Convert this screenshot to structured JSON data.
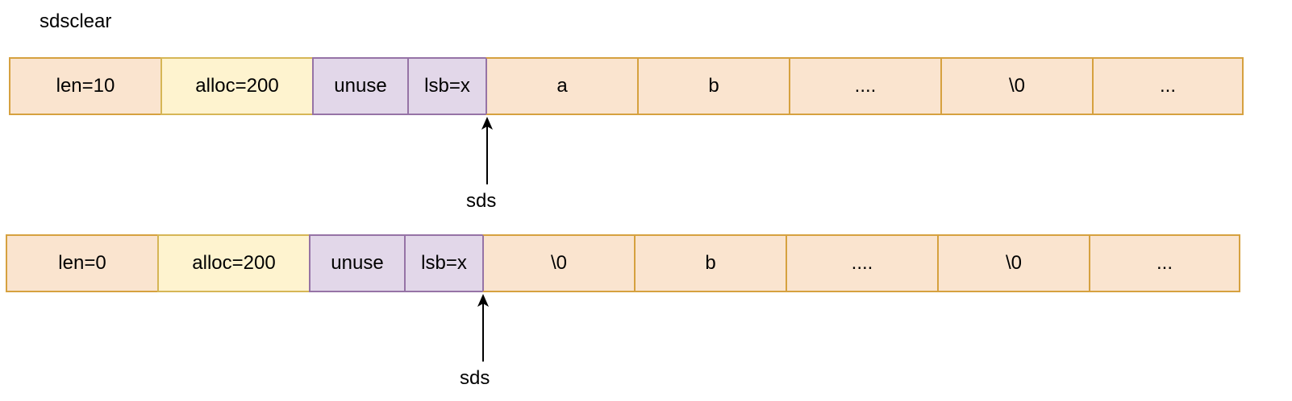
{
  "title": "sdsclear",
  "rows": [
    {
      "cells": [
        "len=10",
        "alloc=200",
        "unuse",
        "lsb=x",
        "a",
        "b",
        "....",
        "\\0",
        "..."
      ],
      "pointer_label": "sds"
    },
    {
      "cells": [
        "len=0",
        "alloc=200",
        "unuse",
        "lsb=x",
        "\\0",
        "b",
        "....",
        "\\0",
        "..."
      ],
      "pointer_label": "sds"
    }
  ],
  "colors": {
    "header_len_fill": "#fae4cf",
    "header_alloc_fill": "#fef3cf",
    "header_flags_fill": "#e2d7e9",
    "buffer_fill": "#fae4cf",
    "orange_stroke": "#d6a13f",
    "purple_stroke": "#9673a6"
  }
}
